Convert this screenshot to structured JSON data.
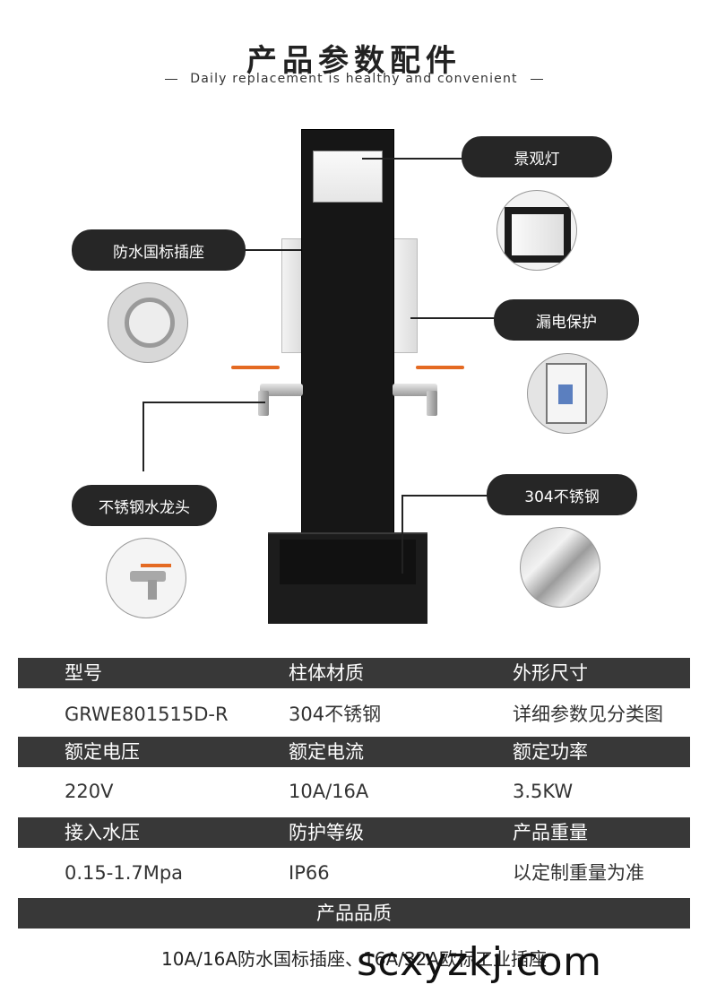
{
  "header": {
    "title": "产品参数配件",
    "subtitle": "Daily replacement is healthy and convenient"
  },
  "callouts": {
    "landscape_light": "景观灯",
    "waterproof_socket": "防水国标插座",
    "leakage_protection": "漏电保护",
    "faucet": "不锈钢水龙头",
    "steel": "304不锈钢"
  },
  "specs": {
    "rows": [
      {
        "labels": [
          "型号",
          "柱体材质",
          "外形尺寸"
        ],
        "values": [
          "GRWE801515D-R",
          "304不锈钢",
          "详细参数见分类图"
        ]
      },
      {
        "labels": [
          "额定电压",
          "额定电流",
          "额定功率"
        ],
        "values": [
          "220V",
          "10A/16A",
          "3.5KW"
        ]
      },
      {
        "labels": [
          "接入水压",
          "防护等级",
          "产品重量"
        ],
        "values": [
          "0.15-1.7Mpa",
          "IP66",
          "以定制重量为准"
        ]
      }
    ],
    "quality_header": "产品品质",
    "quality_text": "10A/16A防水国标插座、16A/32A欧标工业插座"
  },
  "watermark": "scxyzkj.com",
  "colors": {
    "accent_dark": "#262626",
    "table_header": "#383838",
    "handle": "#e46a22"
  }
}
